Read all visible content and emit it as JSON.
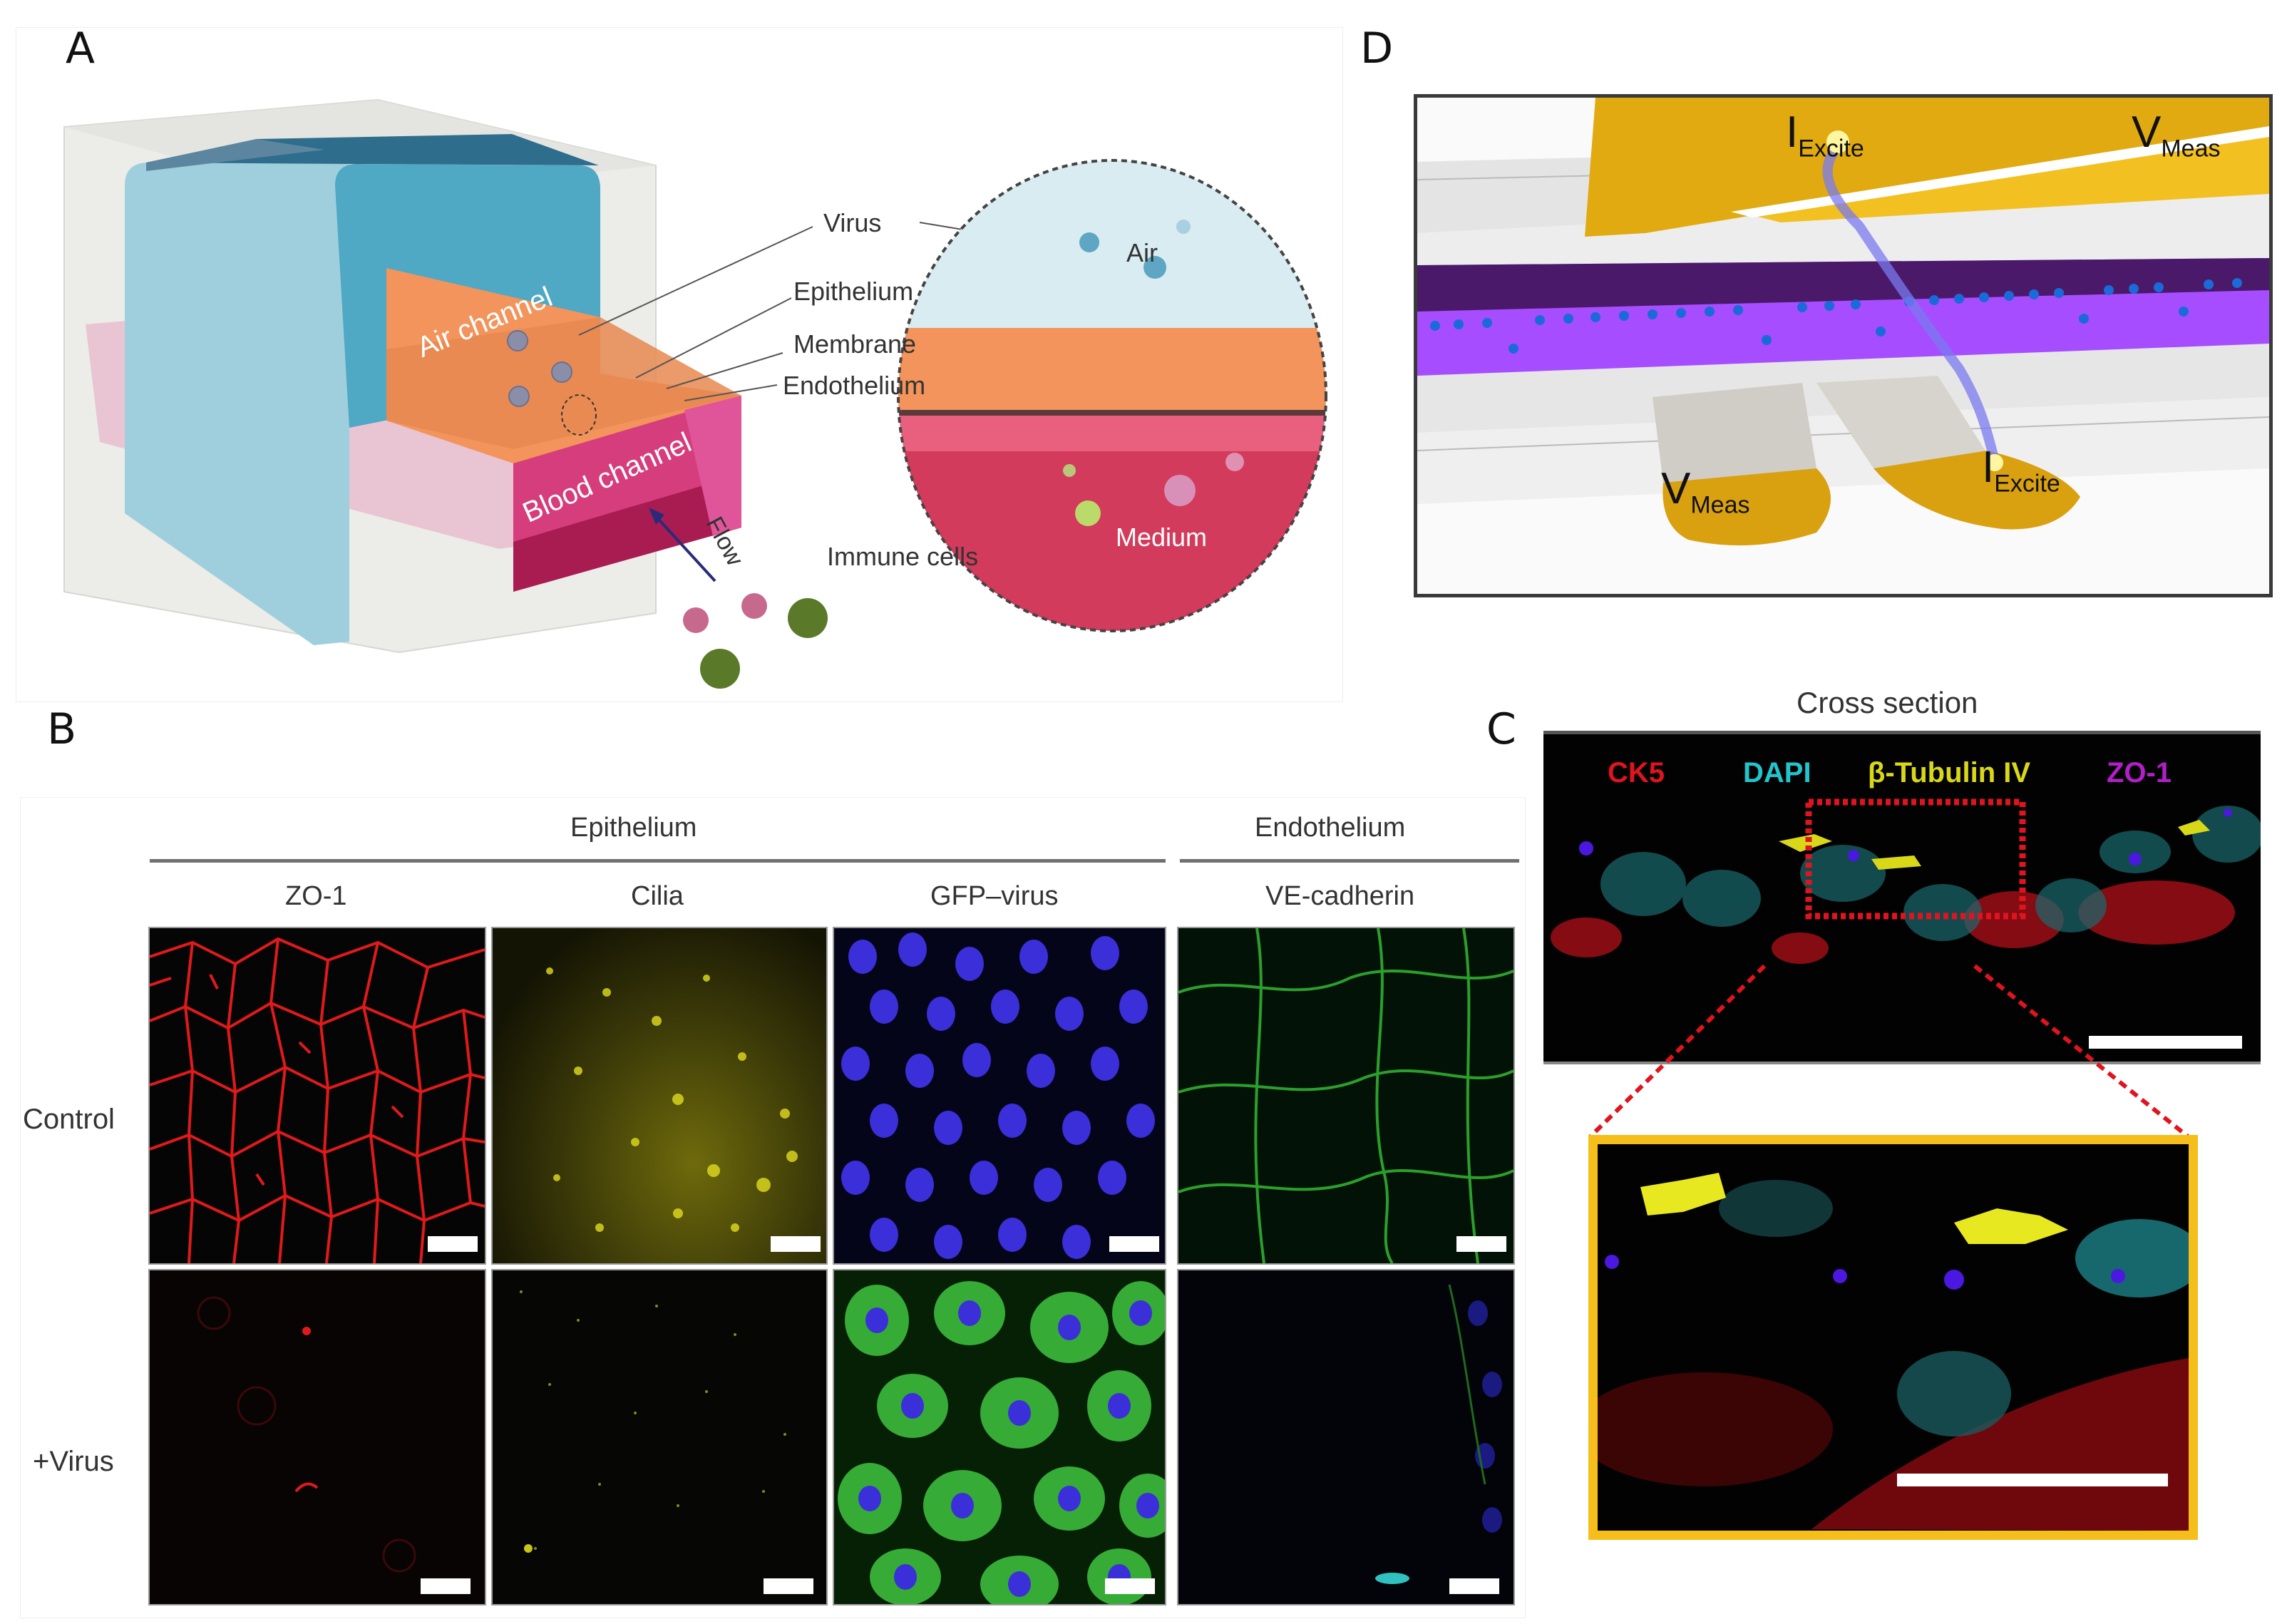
{
  "figure": {
    "panels": [
      "A",
      "B",
      "C",
      "D"
    ]
  },
  "panel_a": {
    "letter": "A",
    "chip_labels": {
      "air_channel": "Air channel",
      "blood_channel": "Blood channel",
      "flow": "Flow"
    },
    "callouts": [
      "Virus",
      "Epithelium",
      "Membrane",
      "Endothelium",
      "Immune cells"
    ],
    "inset_labels": {
      "air": "Air",
      "medium": "Medium"
    },
    "colors": {
      "air_channel": "#4fa8c4",
      "air_channel_top": "#2f6d8c",
      "epithelium": "#f2945c",
      "blood_channel": "#d63d7c",
      "medium": "#d23b5c",
      "endothelium": "#e8607e",
      "housing": "#e2e2de"
    }
  },
  "panel_b": {
    "letter": "B",
    "group_headers": [
      "Epithelium",
      "Endothelium"
    ],
    "columns": [
      "ZO-1",
      "Cilia",
      "GFP–virus",
      "VE-cadherin"
    ],
    "rows": [
      "Control",
      "+Virus"
    ],
    "stain_colors": {
      "ZO-1": "#e01a1a",
      "Cilia": "#d8d21a",
      "GFP–virus_nuclei": "#3a2fd8",
      "GFP–virus_gfp": "#3fc43f",
      "VE-cadherin": "#32b832"
    }
  },
  "panel_c": {
    "letter": "C",
    "title": "Cross section",
    "legend": [
      {
        "label": "CK5",
        "color": "#e0141e"
      },
      {
        "label": "DAPI",
        "color": "#22c4cc"
      },
      {
        "label": "β-Tubulin IV",
        "color": "#d8d818"
      },
      {
        "label": "ZO-1",
        "color": "#b21ec8"
      }
    ],
    "zoom_box_color": "#e0141e",
    "inset_border_color": "#f5be1a"
  },
  "panel_d": {
    "letter": "D",
    "labels": {
      "top_excite_main": "I",
      "top_excite_sub": "Excite",
      "top_meas_main": "V",
      "top_meas_sub": "Meas",
      "bottom_meas_main": "V",
      "bottom_meas_sub": "Meas",
      "bottom_excite_main": "I",
      "bottom_excite_sub": "Excite"
    },
    "colors": {
      "electrode": "#e0aa10",
      "cell_layer": "#a64dff",
      "nuclei": "#1a6ad8",
      "current_path": "#7a7af0"
    }
  }
}
